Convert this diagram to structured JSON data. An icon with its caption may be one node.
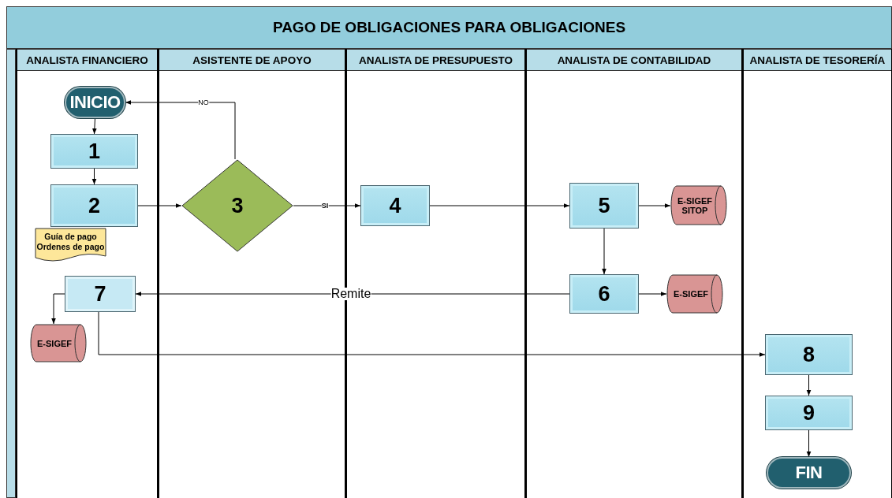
{
  "diagram": {
    "title": "PAGO DE OBLIGACIONES PARA OBLIGACIONES",
    "nodes": [
      {
        "text": [
          "ANALISTA FINANCIERO"
        ]
      },
      {
        "text": [
          "ASISTENTE DE APOYO"
        ]
      },
      {
        "text": [
          "ANALISTA DE PRESUPUESTO"
        ]
      },
      {
        "text": [
          "ANALISTA DE CONTABILIDAD"
        ]
      },
      {
        "text": [
          "ANALISTA DE TESORERÍA"
        ]
      },
      {
        "text": [
          "INICIO"
        ],
        "in": 0
      },
      {
        "text": [
          "1"
        ],
        "in": 0
      },
      {
        "text": [
          "2"
        ],
        "in": 0
      },
      {
        "text": [
          "Guía de pago Ordenes de pago"
        ],
        "in": 0
      },
      {
        "text": [
          "3"
        ],
        "in": 1
      },
      {
        "text": [
          "4"
        ],
        "in": 2
      },
      {
        "text": [
          "5"
        ],
        "in": 3
      },
      {
        "text": [
          "E-SIGEF SITOP"
        ],
        "in": 3
      },
      {
        "text": [
          "6"
        ],
        "in": 3
      },
      {
        "text": [
          "E-SIGEF"
        ],
        "in": 3
      },
      {
        "text": [
          "7"
        ],
        "in": 0
      },
      {
        "text": [
          "E-SIGEF"
        ],
        "in": 0
      },
      {
        "text": [
          "8"
        ],
        "in": 4
      },
      {
        "text": [
          "9"
        ],
        "in": 4
      },
      {
        "text": [
          "FIN"
        ],
        "in": 4
      }
    ],
    "edges": [
      {
        "from": 5,
        "to": 6,
        "arrow": "to"
      },
      {
        "from": 6,
        "to": 7,
        "arrow": "to"
      },
      {
        "from": 7,
        "to": 9,
        "arrow": "to"
      },
      {
        "from": 9,
        "to": 5,
        "arrow": "to",
        "label": "NO"
      },
      {
        "from": 9,
        "to": 10,
        "arrow": "to",
        "label": "SI"
      },
      {
        "from": 10,
        "to": 11,
        "arrow": "to"
      },
      {
        "from": 11,
        "to": 12,
        "arrow": "to"
      },
      {
        "from": 11,
        "to": 13,
        "arrow": "to"
      },
      {
        "from": 13,
        "to": 14,
        "arrow": "to"
      },
      {
        "from": 13,
        "to": 15,
        "arrow": "to",
        "label": "Remite"
      },
      {
        "from": 15,
        "to": 16,
        "arrow": "to"
      },
      {
        "from": 15,
        "to": 17,
        "arrow": "to"
      },
      {
        "from": 17,
        "to": 18,
        "arrow": "to"
      },
      {
        "from": 18,
        "to": 19,
        "arrow": "to"
      }
    ]
  }
}
